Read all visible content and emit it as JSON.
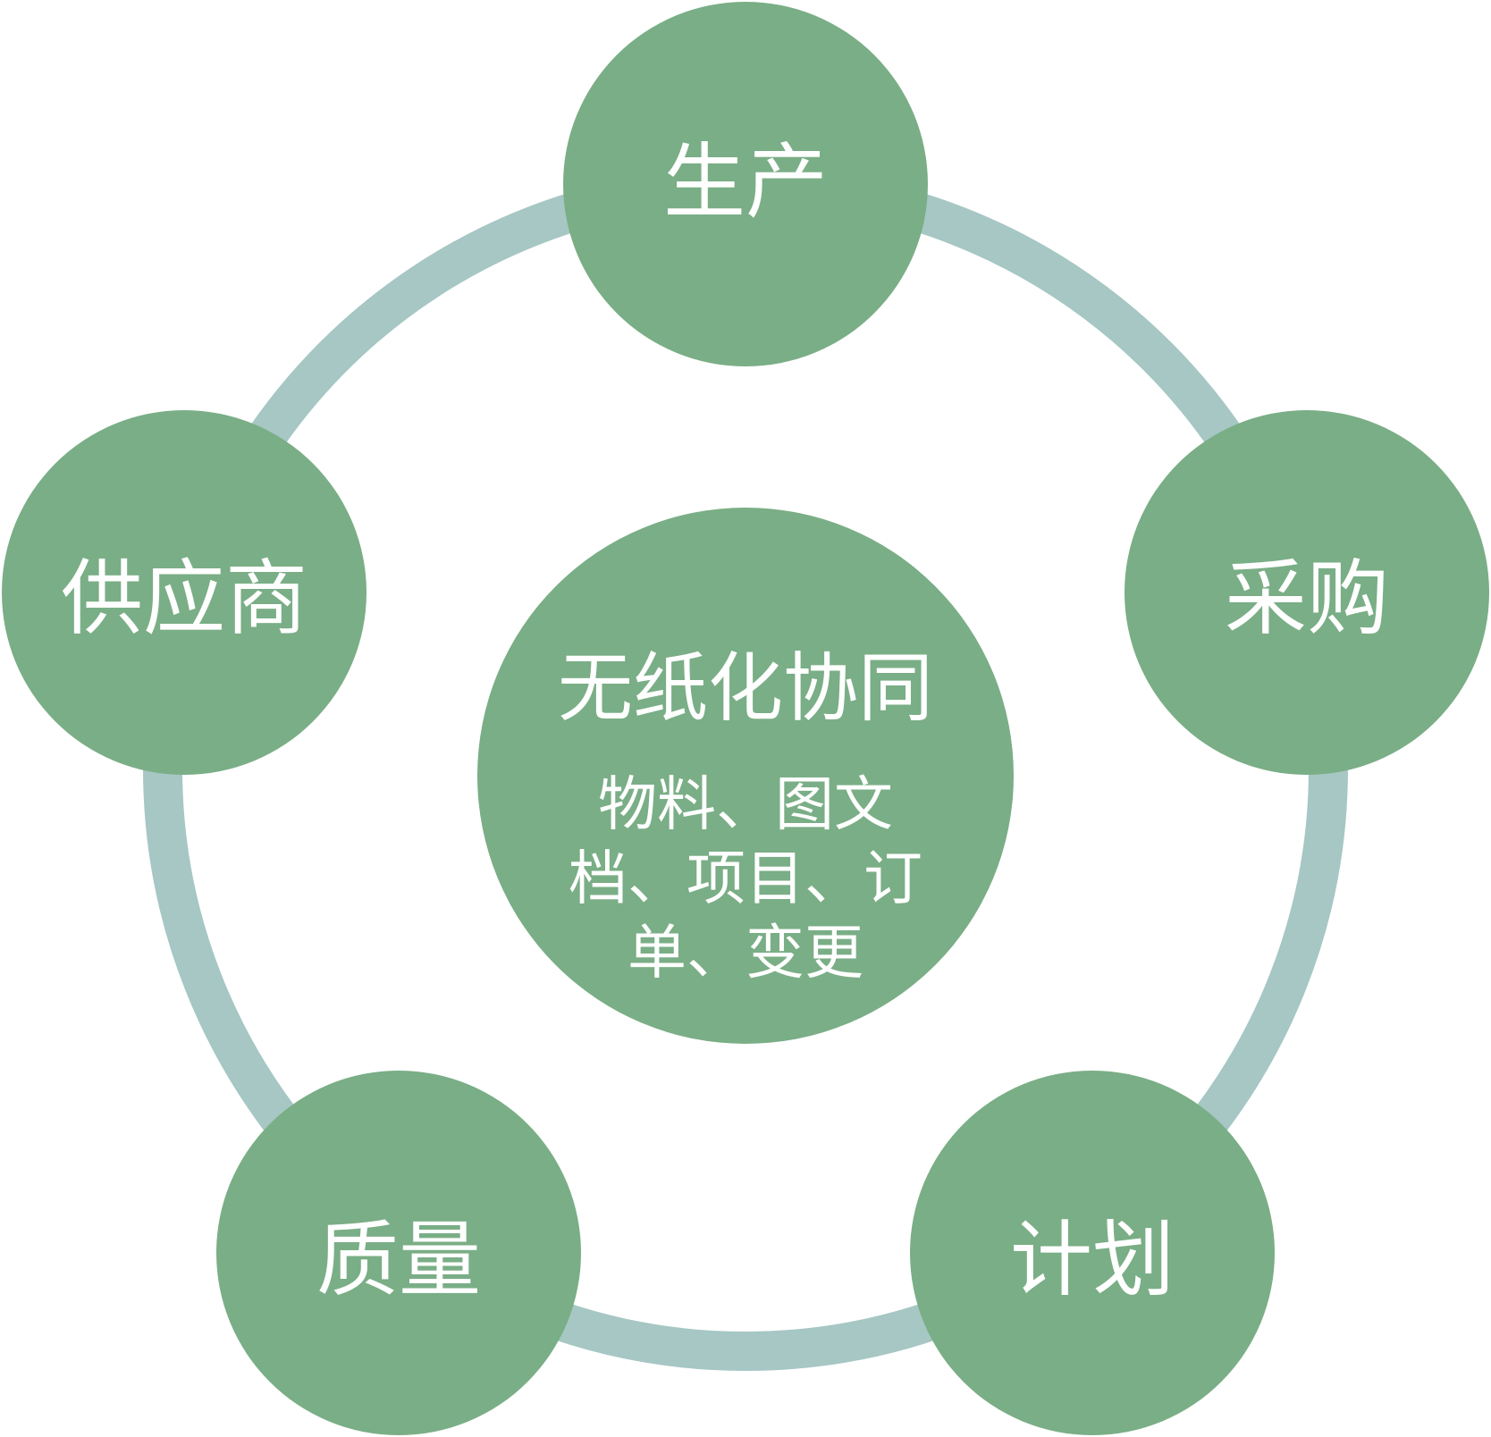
{
  "colors": {
    "ring": "#a6c7c4",
    "node_fill": "#7aae86",
    "text": "#ffffff",
    "background": "#ffffff"
  },
  "center": {
    "title": "无纸化协同",
    "subtitle_lines": [
      "物料、图文",
      "档、项目、订",
      "单、变更"
    ]
  },
  "nodes": [
    {
      "id": "production",
      "label": "生产"
    },
    {
      "id": "purchasing",
      "label": "采购"
    },
    {
      "id": "planning",
      "label": "计划"
    },
    {
      "id": "quality",
      "label": "质量"
    },
    {
      "id": "supplier",
      "label": "供应商"
    }
  ]
}
